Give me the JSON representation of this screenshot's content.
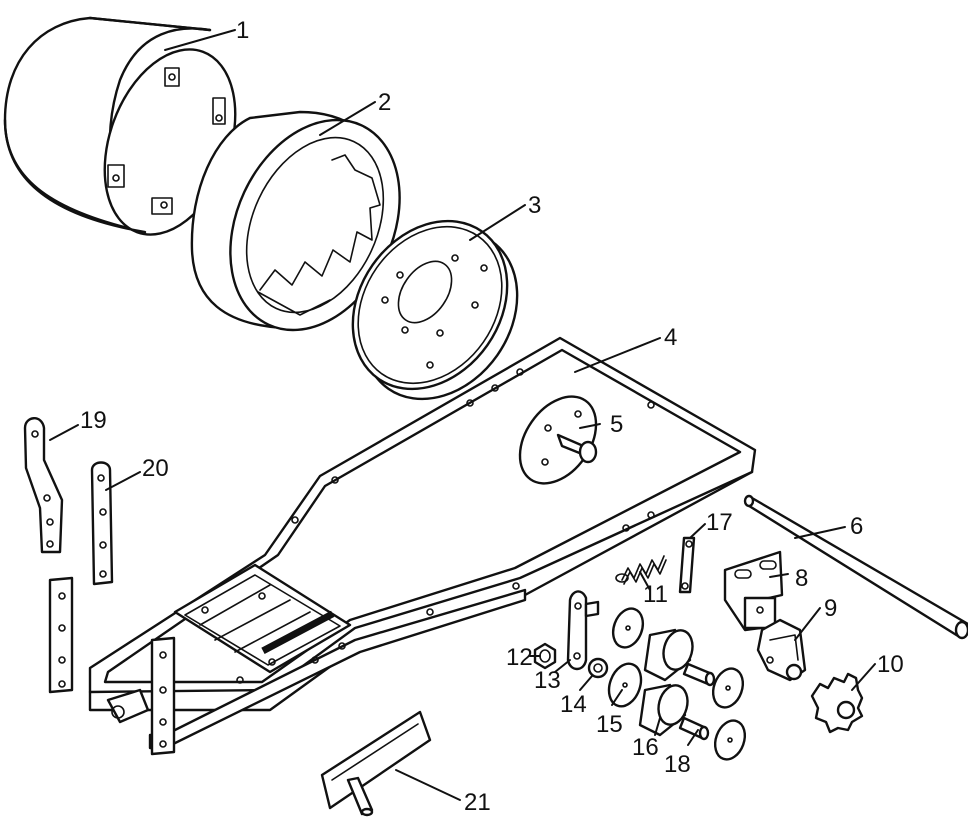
{
  "callouts": [
    {
      "id": "1",
      "text": "1"
    },
    {
      "id": "2",
      "text": "2"
    },
    {
      "id": "3",
      "text": "3"
    },
    {
      "id": "4",
      "text": "4"
    },
    {
      "id": "5",
      "text": "5"
    },
    {
      "id": "6",
      "text": "6"
    },
    {
      "id": "8",
      "text": "8"
    },
    {
      "id": "9",
      "text": "9"
    },
    {
      "id": "10",
      "text": "10"
    },
    {
      "id": "11",
      "text": "11"
    },
    {
      "id": "12",
      "text": "12"
    },
    {
      "id": "13",
      "text": "13"
    },
    {
      "id": "14",
      "text": "14"
    },
    {
      "id": "15",
      "text": "15"
    },
    {
      "id": "16",
      "text": "16"
    },
    {
      "id": "17",
      "text": "17"
    },
    {
      "id": "18",
      "text": "18"
    },
    {
      "id": "19",
      "text": "19"
    },
    {
      "id": "20",
      "text": "20"
    },
    {
      "id": "21",
      "text": "21"
    }
  ]
}
